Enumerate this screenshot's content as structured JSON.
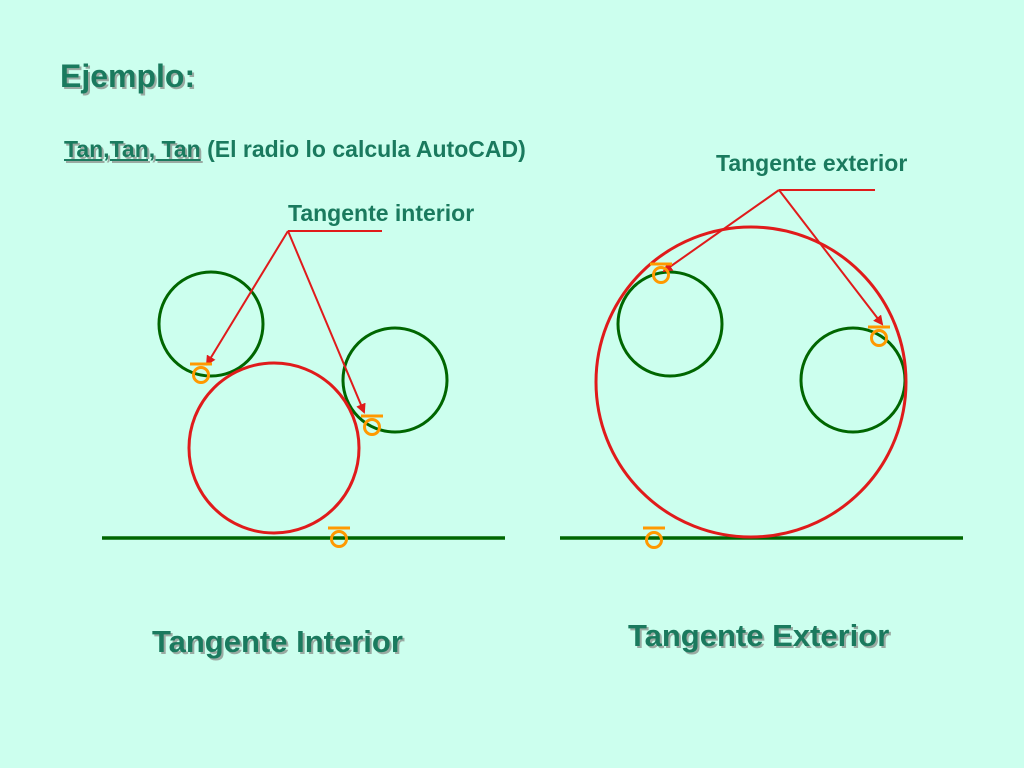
{
  "title": "Ejemplo:",
  "subtitle": {
    "method": "Tan,Tan, Tan",
    "note": "(El radio lo calcula AutoCAD)"
  },
  "labels": {
    "tangent_interior_small": "Tangente interior",
    "tangent_exterior_small": "Tangente exterior",
    "caption_interior": "Tangente Interior",
    "caption_exterior": "Tangente Exterior"
  },
  "colors": {
    "background": "#ccffee",
    "text": "#1a7a5e",
    "given_circle": "#006600",
    "result_circle": "#e01b1b",
    "leader": "#e01b1b",
    "tangent_marker": "#ff9900",
    "baseline": "#006600"
  },
  "icons": {
    "tangent_marker": "tangent-snap-icon"
  }
}
